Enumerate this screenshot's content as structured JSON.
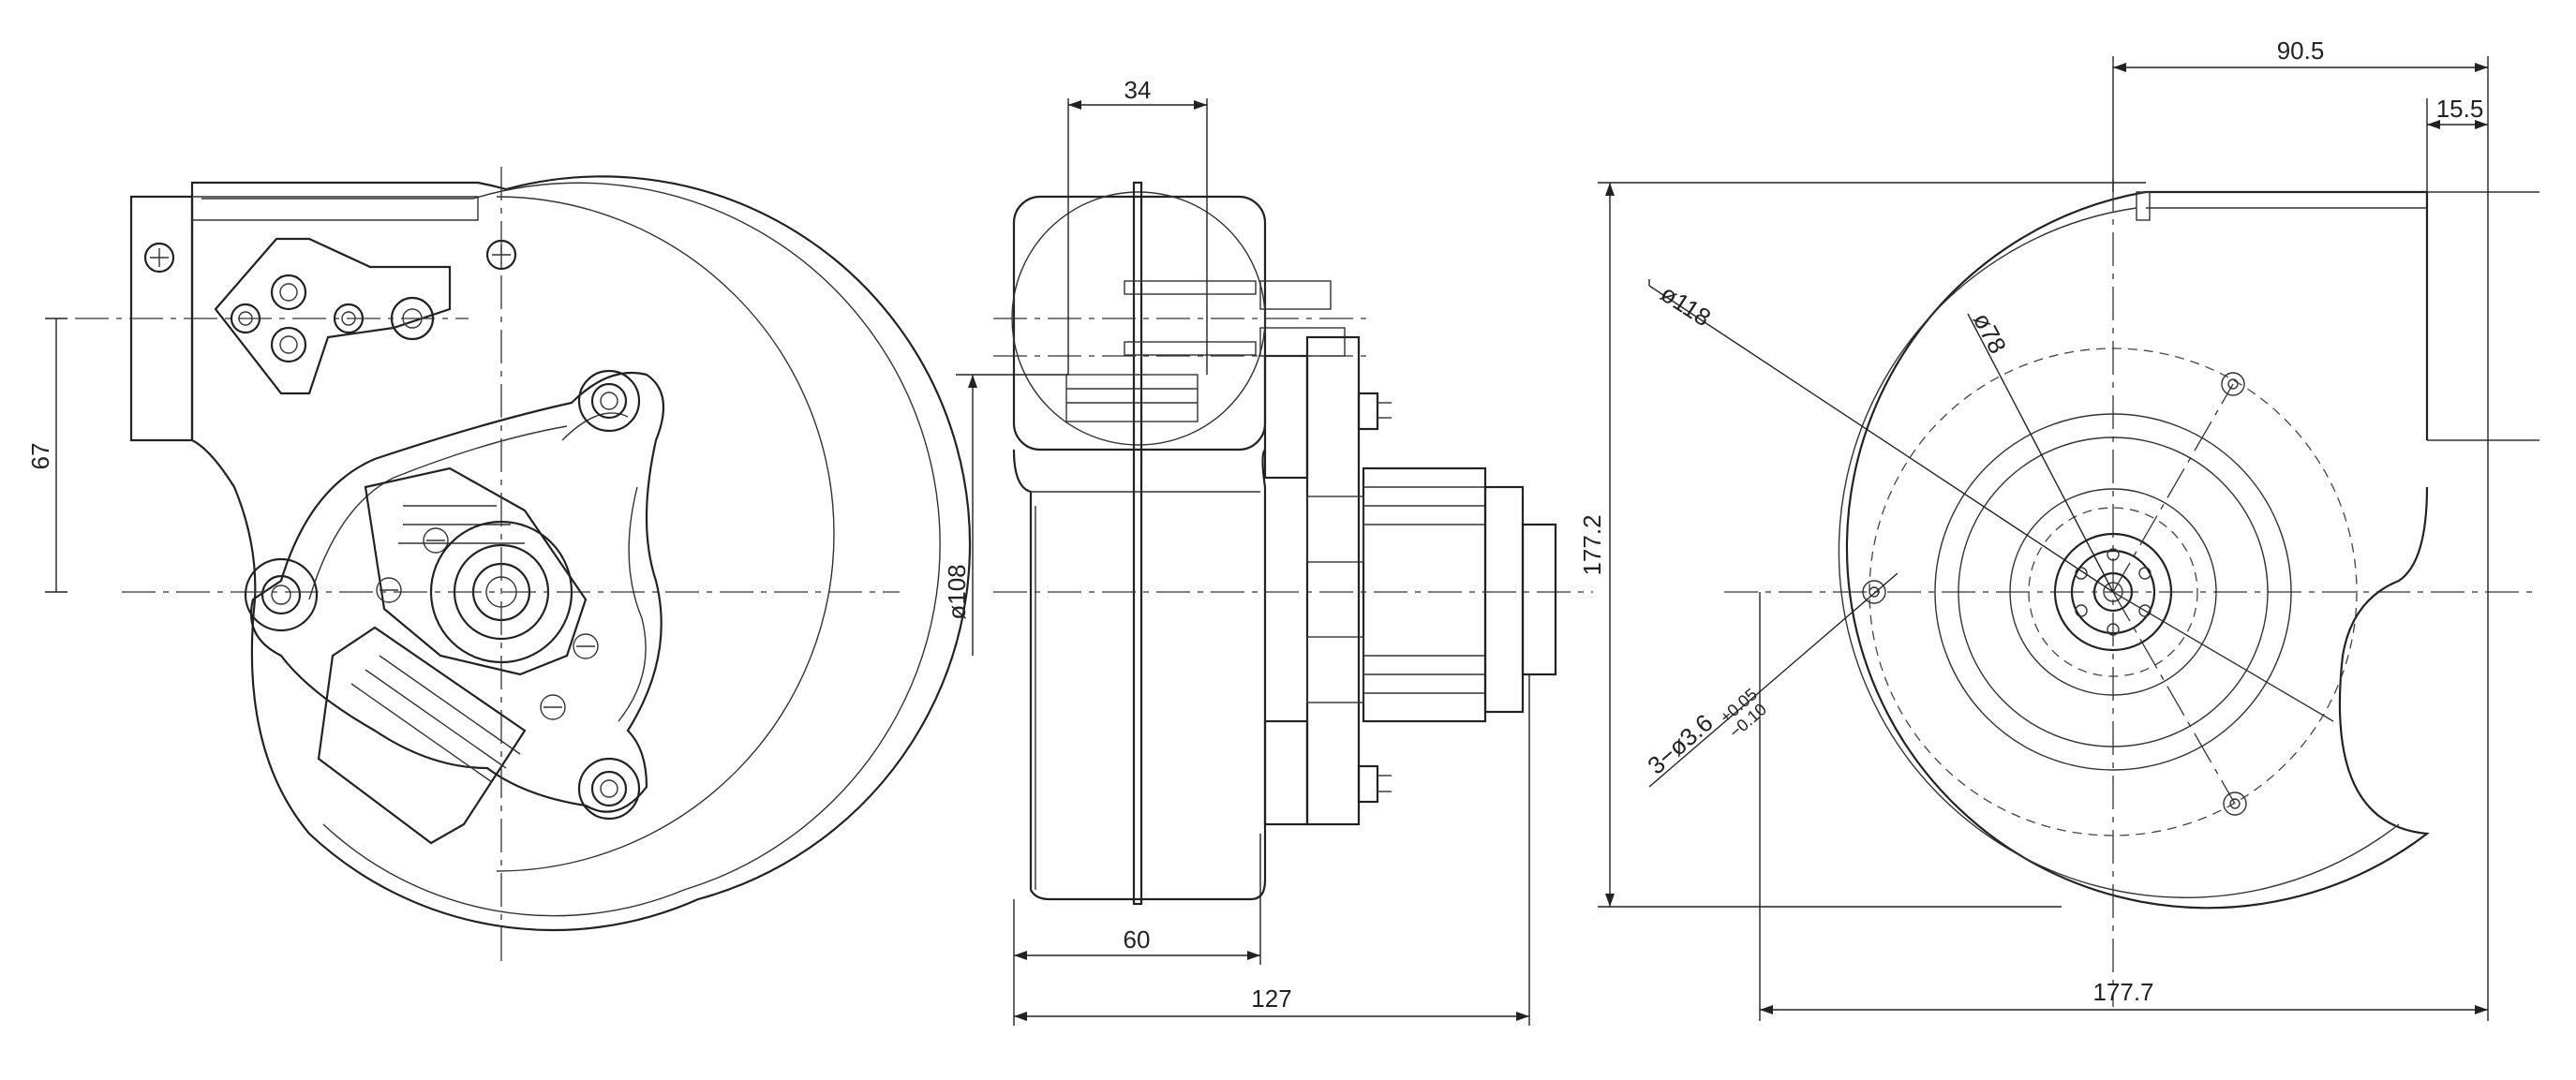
{
  "dimensions": {
    "d67": "67",
    "d34": "34",
    "d108": "ø108",
    "d60": "60",
    "d127": "127",
    "d90_5": "90.5",
    "d15_5": "15.5",
    "d177_2": "177.2",
    "d177_7": "177.7",
    "d118": "ø118",
    "d78": "ø78",
    "holes_main": "3−ø3.6",
    "holes_tol_upper": "+0.05",
    "holes_tol_lower": "−0.10"
  }
}
